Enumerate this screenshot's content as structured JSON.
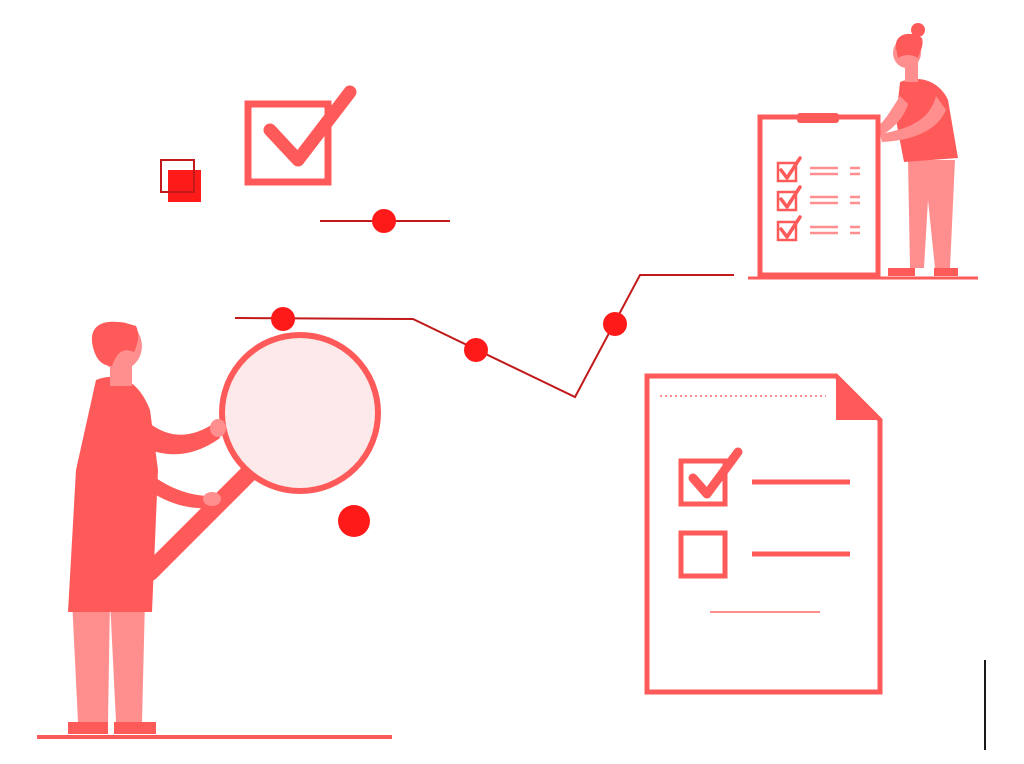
{
  "illustration": {
    "theme": "quality-assurance-checklist",
    "colors": {
      "primary": "#ff5a5a",
      "light": "#ff8f8f",
      "pale": "#fde9e9",
      "dot": "#ff1a1a",
      "line": "#c21a1a",
      "dark": "#1a1a1a",
      "white": "#ffffff"
    },
    "icons": [
      "checked-box-icon",
      "overlapping-squares-icon",
      "magnifying-glass-icon",
      "clipboard-checklist-icon",
      "checklist-document-icon"
    ],
    "clipboard": {
      "checked_items": 3
    },
    "document": {
      "checked_items": 1,
      "unchecked_items": 1
    }
  }
}
